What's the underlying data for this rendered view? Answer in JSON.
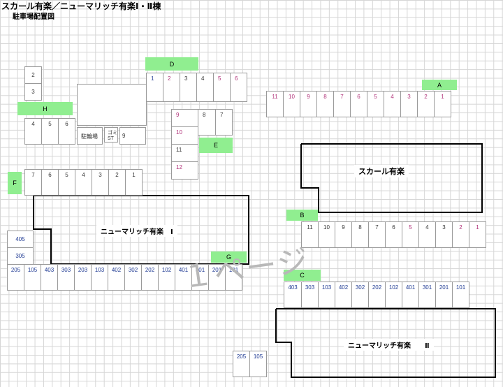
{
  "title": "スカール有楽／ニューマリッチ有楽Ⅰ・Ⅱ棟",
  "subtitle": "駐車場配置図",
  "labels": {
    "A": "A",
    "B": "B",
    "C": "C",
    "D": "D",
    "E": "E",
    "F": "F",
    "G": "G",
    "H": "H"
  },
  "buildings": {
    "scal": "スカール有楽",
    "new1": "ニューマリッチ有楽　Ⅰ",
    "new2": "ニューマリッチ有楽　　Ⅱ"
  },
  "facilities": {
    "bike": "駐輪場",
    "gomi": "ゴミ",
    "st": "ST"
  },
  "watermark": "１ページ",
  "lots": {
    "stack23": [
      "2",
      "3"
    ],
    "h_row": [
      "4",
      "5",
      "6"
    ],
    "slot9": "9",
    "d_row": [
      "1",
      "2",
      "3",
      "4",
      "5",
      "6"
    ],
    "e_left": [
      "9",
      "10",
      "11",
      "12"
    ],
    "e_right": [
      "8",
      "7"
    ],
    "a_row": [
      "11",
      "10",
      "9",
      "8",
      "7",
      "6",
      "5",
      "4",
      "3",
      "2",
      "1"
    ],
    "f_row": [
      "7",
      "6",
      "5",
      "4",
      "3",
      "2",
      "1"
    ],
    "b_row": [
      "11",
      "10",
      "9",
      "8",
      "7",
      "6",
      "5",
      "4",
      "3",
      "2",
      "1"
    ],
    "stack_405": [
      "405",
      "305"
    ],
    "g_row": [
      "205",
      "105",
      "403",
      "303",
      "203",
      "103",
      "402",
      "302",
      "202",
      "102",
      "401",
      "301",
      "201",
      "101"
    ],
    "c_row": [
      "403",
      "303",
      "103",
      "402",
      "302",
      "202",
      "102",
      "401",
      "301",
      "201",
      "101"
    ],
    "bottom": [
      "205",
      "105"
    ]
  }
}
